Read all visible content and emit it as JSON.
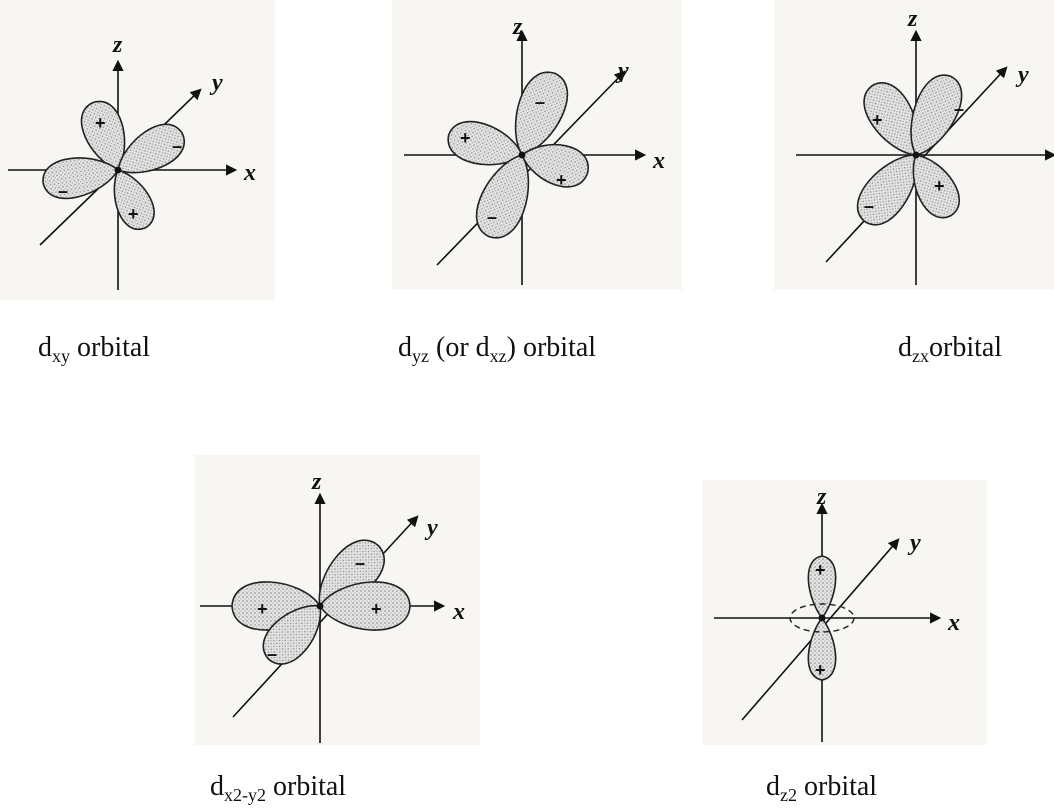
{
  "axes": {
    "x": "x",
    "y": "y",
    "z": "z"
  },
  "signs": {
    "plus": "+",
    "minus": "–"
  },
  "captions": {
    "dxy": {
      "base": "d",
      "sub": "xy",
      "rest": " orbital"
    },
    "dyz": {
      "base": "d",
      "sub": "yz",
      "mid": " (or d",
      "sub2": "xz",
      "rest": ") orbital"
    },
    "dzx": {
      "base": "d",
      "sub": "zx",
      "rest": "orbital"
    },
    "dx2y2": {
      "base": "d",
      "sub": "x2-y2",
      "rest": " orbital"
    },
    "dz2": {
      "base": "d",
      "sub": "z2",
      "rest": " orbital"
    }
  },
  "colors": {
    "ink": "#111111",
    "lobe_fill": "#d9d9d9",
    "scan_bg": "#f7f6f3"
  }
}
